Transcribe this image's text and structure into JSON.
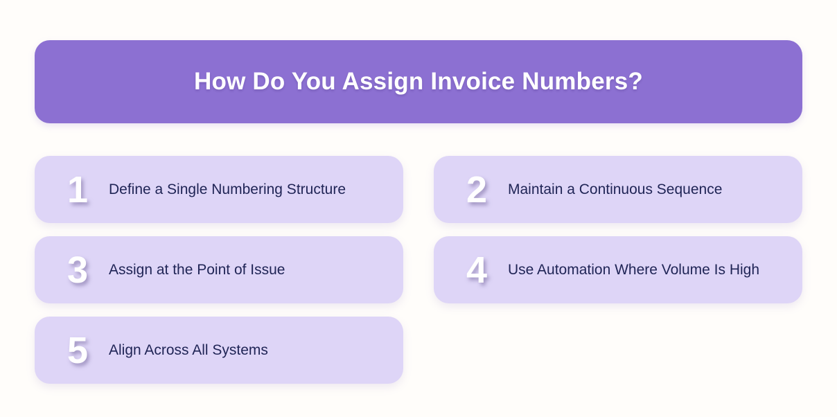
{
  "header": {
    "title": "How Do You Assign Invoice Numbers?"
  },
  "steps": [
    {
      "number": "1",
      "label": "Define a Single Numbering Structure"
    },
    {
      "number": "2",
      "label": "Maintain a Continuous Sequence"
    },
    {
      "number": "3",
      "label": "Assign at the Point of Issue"
    },
    {
      "number": "4",
      "label": "Use Automation Where Volume Is High"
    },
    {
      "number": "5",
      "label": "Align Across All Systems"
    }
  ],
  "colors": {
    "page_background": "#fffdfa",
    "banner_background": "#8c70d2",
    "banner_text": "#ffffff",
    "card_background": "#ded5f7",
    "card_text": "#1f2455",
    "number_color": "#ffffff"
  }
}
